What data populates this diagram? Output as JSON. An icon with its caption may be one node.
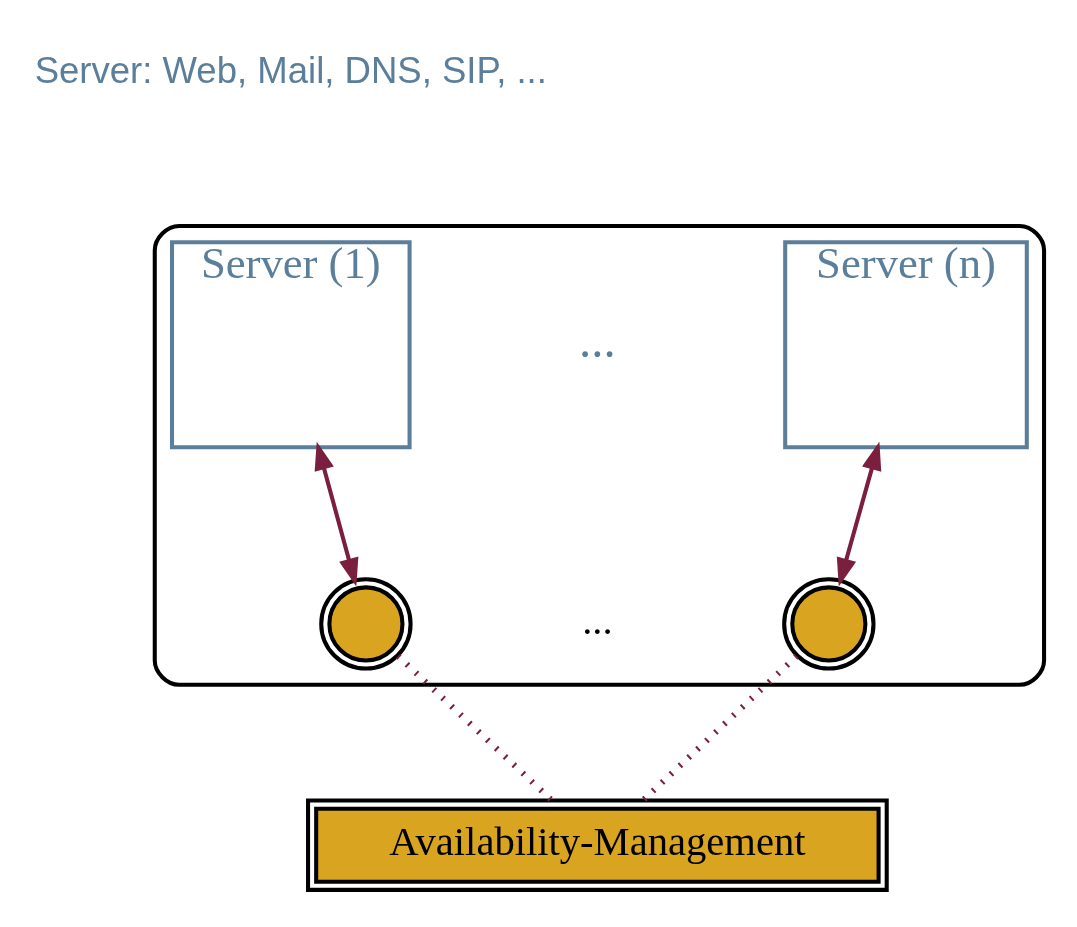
{
  "diagram": {
    "nodes": [
      {
        "text": [],
        "shape": "cloud"
      },
      {
        "text": [
          "Server (1)"
        ],
        "in": 0
      },
      {
        "text": [
          "Server (n)"
        ],
        "in": 0
      },
      {
        "text": [],
        "shape": "circle",
        "in": 0
      },
      {
        "text": [],
        "shape": "circle",
        "in": 0
      },
      {
        "text": [
          "Availability-Management"
        ]
      }
    ],
    "edges": [
      {
        "from": 1,
        "to": 3,
        "arrow": "both",
        "color": "#7a1f3d"
      },
      {
        "from": 2,
        "to": 4,
        "arrow": "both",
        "color": "#7a1f3d"
      },
      {
        "from": 3,
        "to": 5,
        "arrow": "none",
        "style": "dashed",
        "color": "#7a1f3d"
      },
      {
        "from": 4,
        "to": 5,
        "arrow": "none",
        "style": "dashed",
        "color": "#7a1f3d"
      }
    ],
    "labels": [
      "Server: Web, Mail, DNS, SIP, ...",
      "...",
      "..."
    ]
  }
}
